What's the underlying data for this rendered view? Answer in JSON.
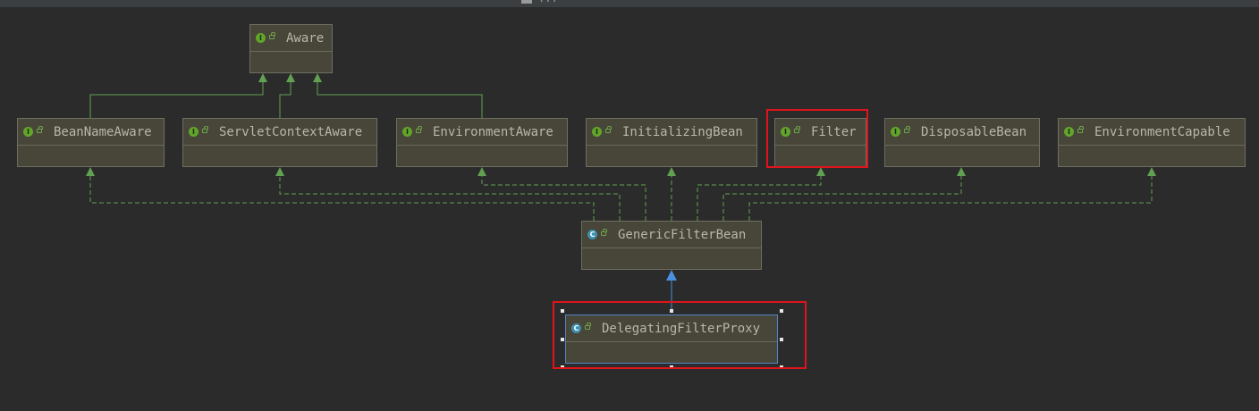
{
  "window": {
    "title": "..."
  },
  "nodes": [
    {
      "id": "aware",
      "kind": "interface",
      "label": "Aware"
    },
    {
      "id": "beannameaware",
      "kind": "interface",
      "label": "BeanNameAware"
    },
    {
      "id": "servletcontextaware",
      "kind": "interface",
      "label": "ServletContextAware"
    },
    {
      "id": "environmentaware",
      "kind": "interface",
      "label": "EnvironmentAware"
    },
    {
      "id": "initializingbean",
      "kind": "interface",
      "label": "InitializingBean"
    },
    {
      "id": "filter",
      "kind": "interface",
      "label": "Filter"
    },
    {
      "id": "disposablebean",
      "kind": "interface",
      "label": "DisposableBean"
    },
    {
      "id": "environmentcapable",
      "kind": "interface",
      "label": "EnvironmentCapable"
    },
    {
      "id": "genericfilterbean",
      "kind": "class",
      "label": "GenericFilterBean"
    },
    {
      "id": "delegatingfilterproxy",
      "kind": "class",
      "label": "DelegatingFilterProxy"
    }
  ],
  "badges": {
    "interface": "I",
    "class": "C"
  },
  "edges": [
    {
      "from": "beannameaware",
      "to": "aware",
      "type": "extends"
    },
    {
      "from": "servletcontextaware",
      "to": "aware",
      "type": "extends"
    },
    {
      "from": "environmentaware",
      "to": "aware",
      "type": "extends"
    },
    {
      "from": "genericfilterbean",
      "to": "beannameaware",
      "type": "implements"
    },
    {
      "from": "genericfilterbean",
      "to": "servletcontextaware",
      "type": "implements"
    },
    {
      "from": "genericfilterbean",
      "to": "environmentaware",
      "type": "implements"
    },
    {
      "from": "genericfilterbean",
      "to": "initializingbean",
      "type": "implements"
    },
    {
      "from": "genericfilterbean",
      "to": "filter",
      "type": "implements"
    },
    {
      "from": "genericfilterbean",
      "to": "disposablebean",
      "type": "implements"
    },
    {
      "from": "genericfilterbean",
      "to": "environmentcapable",
      "type": "implements"
    },
    {
      "from": "delegatingfilterproxy",
      "to": "genericfilterbean",
      "type": "extends-class"
    }
  ],
  "highlighted": [
    "filter",
    "delegatingfilterproxy"
  ],
  "selected": "delegatingfilterproxy",
  "colors": {
    "background": "#2b2b2b",
    "node_fill": "#484639",
    "interface_edge": "#62a052",
    "class_edge": "#4a8fe0",
    "highlight": "#e0141b",
    "selection": "#5285c7"
  }
}
